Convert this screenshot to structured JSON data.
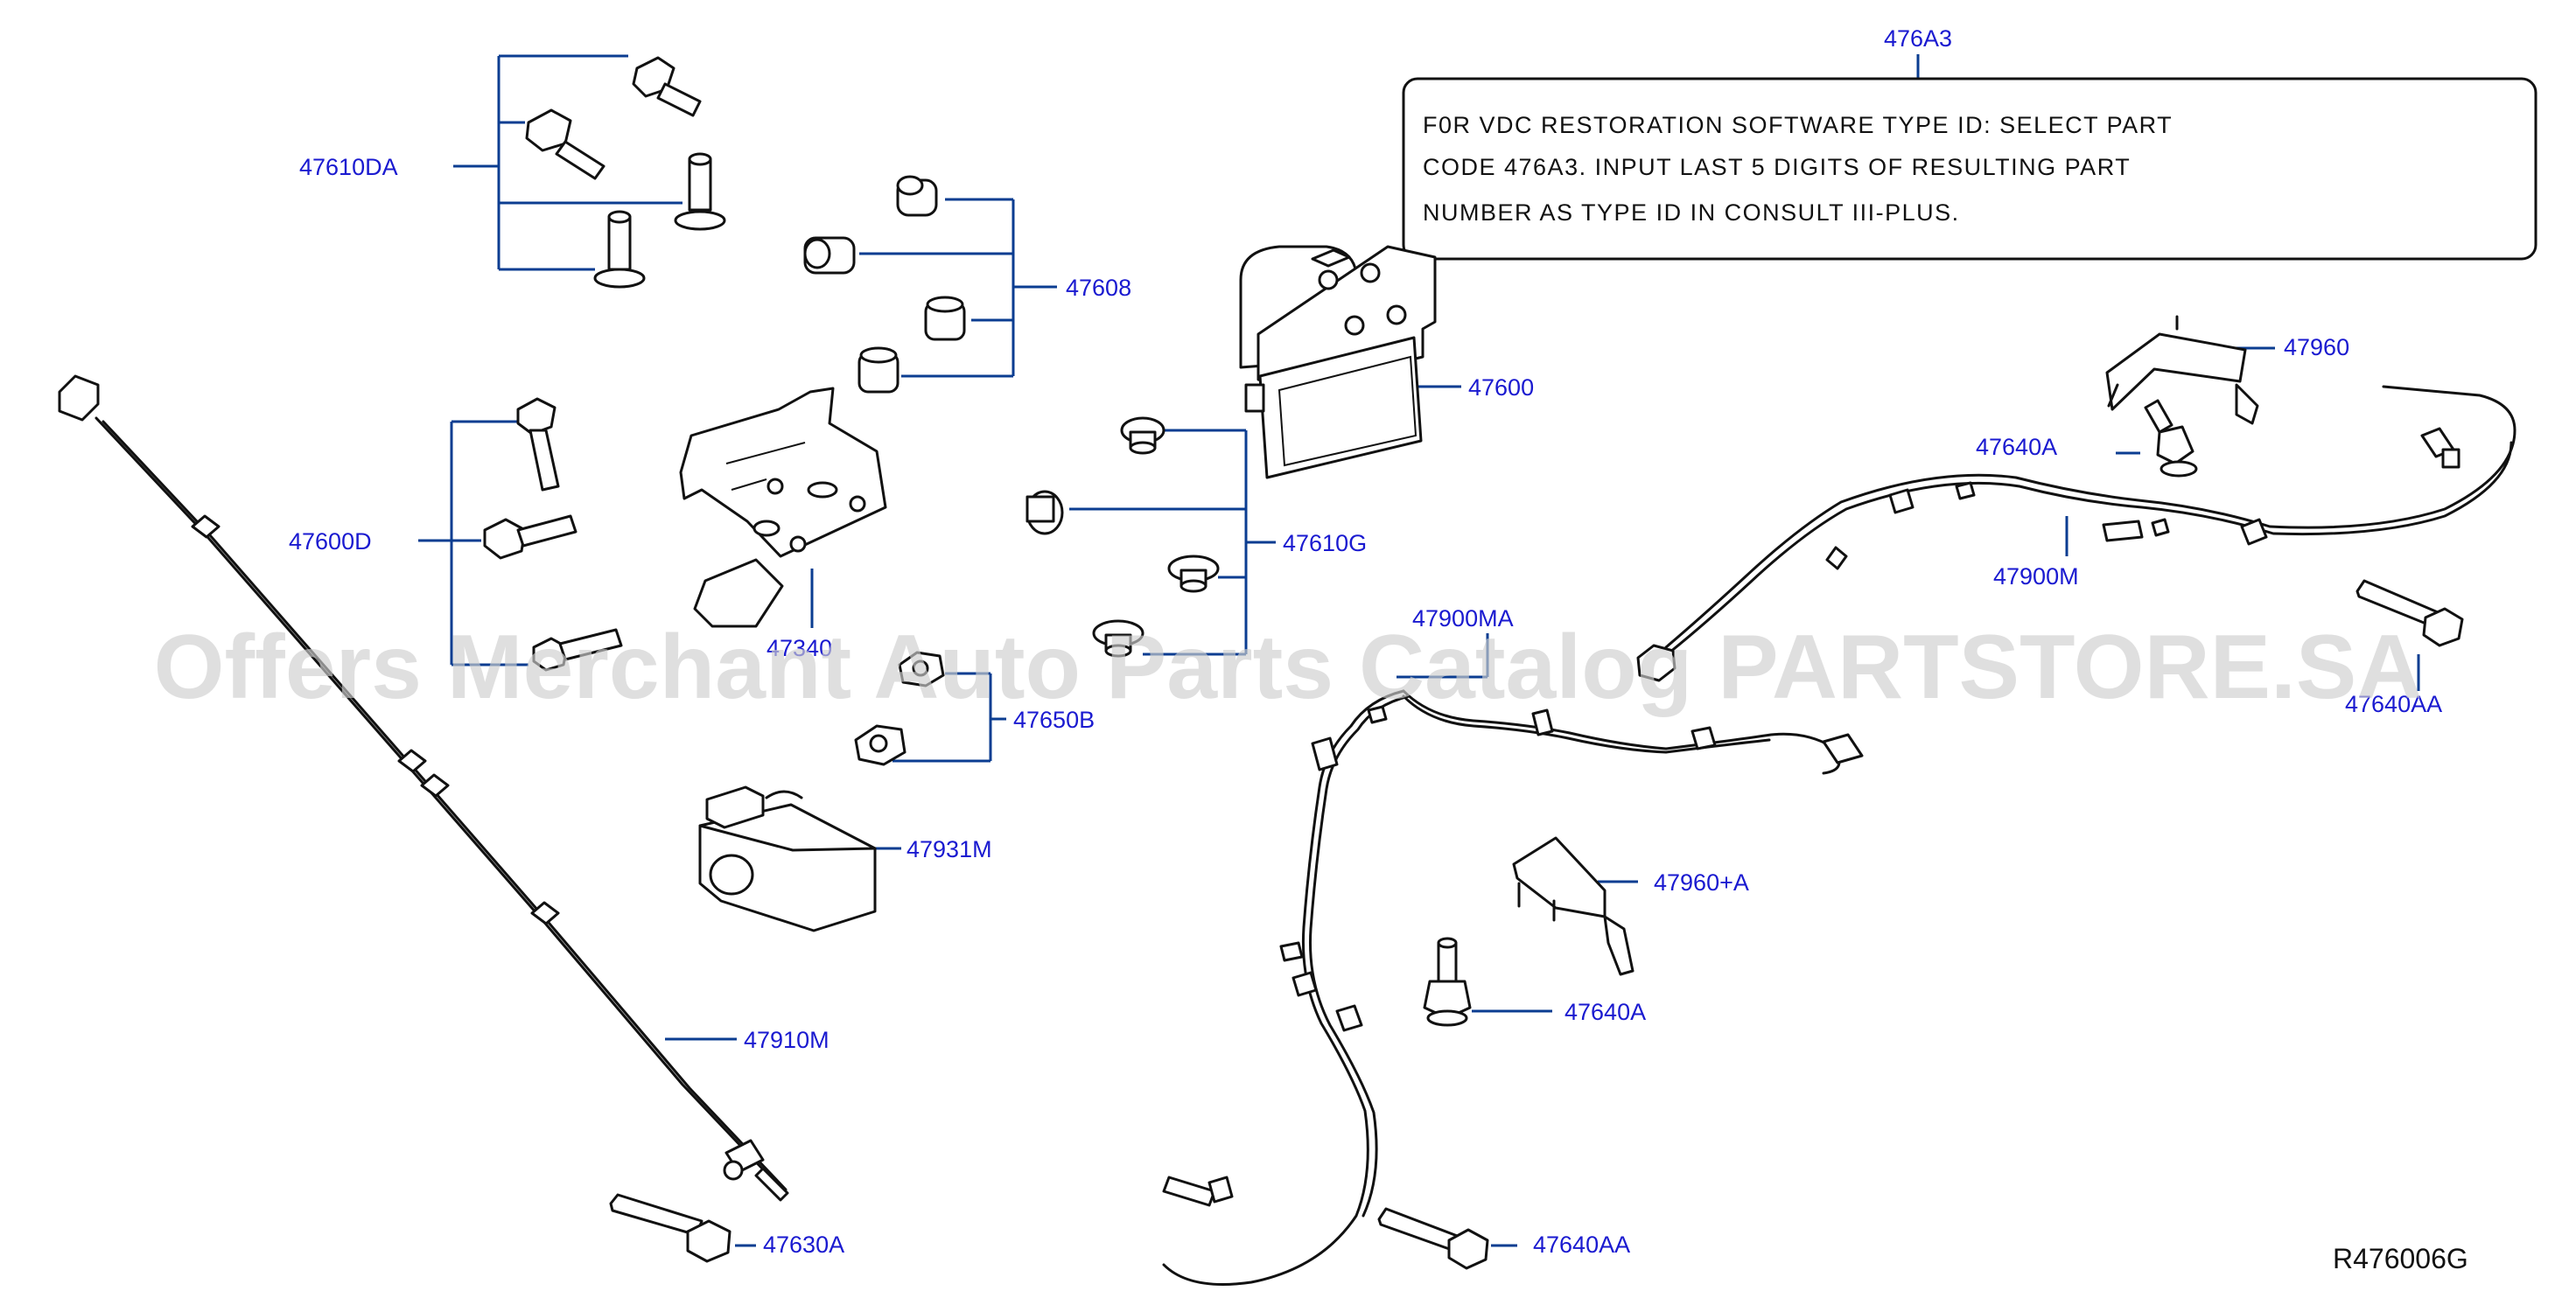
{
  "diagram_code": "R476006G",
  "watermark": "Offers Merchant Auto Parts Catalog PARTSTORE.SA",
  "note": {
    "ref": "476A3",
    "lines": [
      "F0R VDC RESTORATION SOFTWARE TYPE ID: SELECT PART",
      "CODE 476A3. INPUT LAST 5 DIGITS OF RESULTING PART",
      "NUMBER AS TYPE ID IN CONSULT III-PLUS."
    ]
  },
  "parts": {
    "p47610DA": "47610DA",
    "p47608": "47608",
    "p47600": "47600",
    "p47960": "47960",
    "p47640A_top": "47640A",
    "p47900M": "47900M",
    "p47600D": "47600D",
    "p47610G": "47610G",
    "p47900MA": "47900MA",
    "p47340": "47340",
    "p47650B": "47650B",
    "p47640AA_right": "47640AA",
    "p47931M": "47931M",
    "p47960A": "47960+A",
    "p47640A_mid": "47640A",
    "p47910M": "47910M",
    "p47630A": "47630A",
    "p47640AA_bottom": "47640AA"
  },
  "colors": {
    "label": "#1a1ad0",
    "leader": "#0b3d91",
    "ink": "#111111",
    "watermark": "#cfcfcf"
  }
}
